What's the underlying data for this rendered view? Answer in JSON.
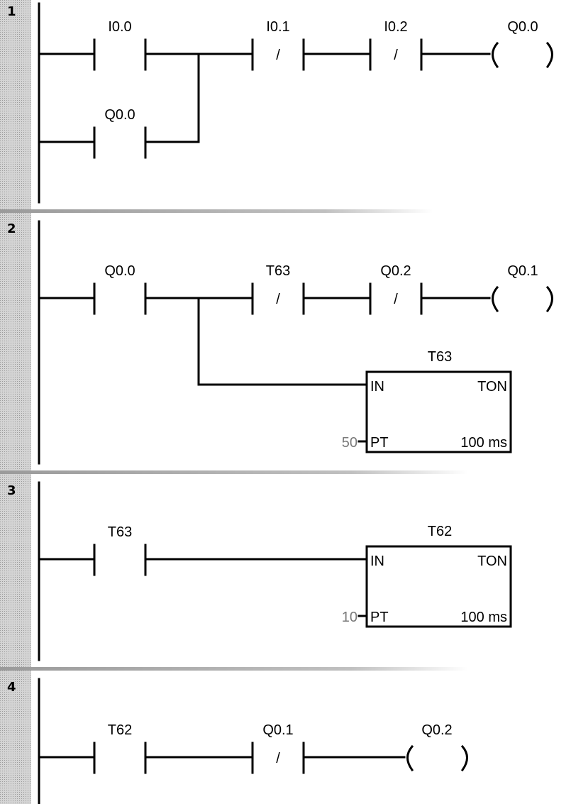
{
  "networks": [
    {
      "number": "1",
      "contacts": [
        {
          "address": "I0.0",
          "type": "NO"
        },
        {
          "address": "Q0.0",
          "type": "NO"
        },
        {
          "address": "I0.1",
          "type": "NC",
          "symbol": "/"
        },
        {
          "address": "I0.2",
          "type": "NC",
          "symbol": "/"
        }
      ],
      "coils": [
        {
          "address": "Q0.0",
          "open": "(",
          "close": ")"
        }
      ]
    },
    {
      "number": "2",
      "contacts": [
        {
          "address": "Q0.0",
          "type": "NO"
        },
        {
          "address": "T63",
          "type": "NC",
          "symbol": "/"
        },
        {
          "address": "Q0.2",
          "type": "NC",
          "symbol": "/"
        }
      ],
      "coils": [
        {
          "address": "Q0.1",
          "open": "(",
          "close": ")"
        }
      ],
      "timer": {
        "name": "T63",
        "in_label": "IN",
        "type_label": "TON",
        "pt_label": "PT",
        "preset": "50",
        "resolution": "100 ms"
      }
    },
    {
      "number": "3",
      "contacts": [
        {
          "address": "T63",
          "type": "NO"
        }
      ],
      "timer": {
        "name": "T62",
        "in_label": "IN",
        "type_label": "TON",
        "pt_label": "PT",
        "preset": "10",
        "resolution": "100 ms"
      }
    },
    {
      "number": "4",
      "contacts": [
        {
          "address": "T62",
          "type": "NO"
        },
        {
          "address": "Q0.1",
          "type": "NC",
          "symbol": "/"
        }
      ],
      "coils": [
        {
          "address": "Q0.2",
          "open": "(",
          "close": ")"
        }
      ]
    }
  ],
  "colors": {
    "wire": "#000000",
    "gutter": "#c8c8c8",
    "separator": "#b0b0b0",
    "preset": "#7a7a7a"
  }
}
